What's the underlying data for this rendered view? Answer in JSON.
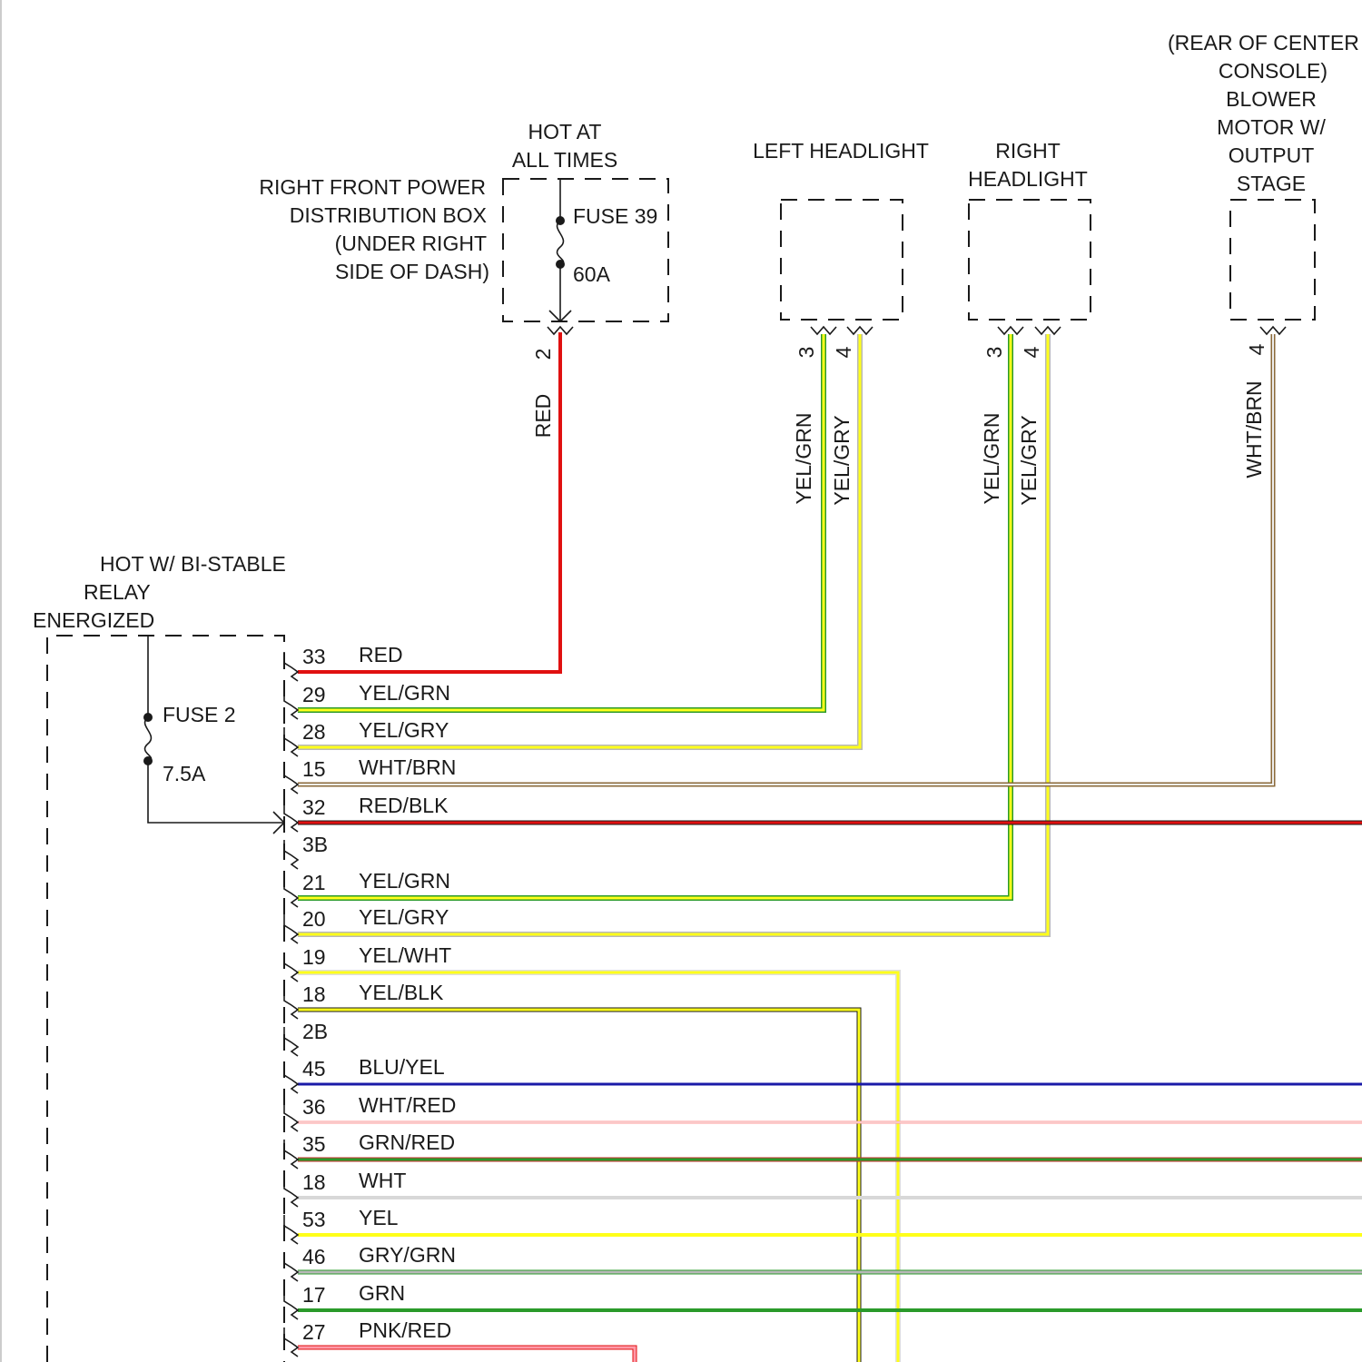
{
  "colors": {
    "red": "#e01010",
    "yellow": "#ffff1a",
    "green": "#2a9a2a",
    "gray": "#b8b8b8",
    "brown": "#8b6a3a",
    "white": "#e6e6e6",
    "blue": "#1a1aa8",
    "pink": "#ff9aa8",
    "black": "#1a1a1a"
  },
  "labels": {
    "hot_at_all_times": [
      "HOT AT",
      "ALL TIMES"
    ],
    "rfpdb": [
      "RIGHT FRONT POWER",
      "DISTRIBUTION BOX",
      "(UNDER RIGHT",
      "SIDE OF DASH)"
    ],
    "fuse39": "FUSE 39",
    "fuse39_rating": "60A",
    "left_headlight": "LEFT HEADLIGHT",
    "right_headlight": [
      "RIGHT",
      "HEADLIGHT"
    ],
    "blower": [
      "(REAR OF CENTER",
      "CONSOLE)",
      "BLOWER",
      "MOTOR W/",
      "OUTPUT",
      "STAGE"
    ],
    "hot_relay": [
      "HOT W/ BI-STABLE",
      "RELAY",
      "ENERGIZED"
    ],
    "fuse2": "FUSE 2",
    "fuse2_rating": "7.5A"
  },
  "vertical_wires": [
    {
      "pin": "2",
      "wire": "RED"
    },
    {
      "pin": "3",
      "wire": "YEL/GRN"
    },
    {
      "pin": "4",
      "wire": "YEL/GRY"
    },
    {
      "pin": "3",
      "wire": "YEL/GRN"
    },
    {
      "pin": "4",
      "wire": "YEL/GRY"
    },
    {
      "pin": "4",
      "wire": "WHT/BRN"
    }
  ],
  "connector_pins": [
    {
      "pin": "33",
      "wire": "RED"
    },
    {
      "pin": "29",
      "wire": "YEL/GRN"
    },
    {
      "pin": "28",
      "wire": "YEL/GRY"
    },
    {
      "pin": "15",
      "wire": "WHT/BRN"
    },
    {
      "pin": "32",
      "wire": "RED/BLK"
    },
    {
      "pin": "3B",
      "wire": ""
    },
    {
      "pin": "21",
      "wire": "YEL/GRN"
    },
    {
      "pin": "20",
      "wire": "YEL/GRY"
    },
    {
      "pin": "19",
      "wire": "YEL/WHT"
    },
    {
      "pin": "18",
      "wire": "YEL/BLK"
    },
    {
      "pin": "2B",
      "wire": ""
    },
    {
      "pin": "45",
      "wire": "BLU/YEL"
    },
    {
      "pin": "36",
      "wire": "WHT/RED"
    },
    {
      "pin": "35",
      "wire": "GRN/RED"
    },
    {
      "pin": "18",
      "wire": "WHT"
    },
    {
      "pin": "53",
      "wire": "YEL"
    },
    {
      "pin": "46",
      "wire": "GRY/GRN"
    },
    {
      "pin": "17",
      "wire": "GRN"
    },
    {
      "pin": "27",
      "wire": "PNK/RED"
    }
  ]
}
